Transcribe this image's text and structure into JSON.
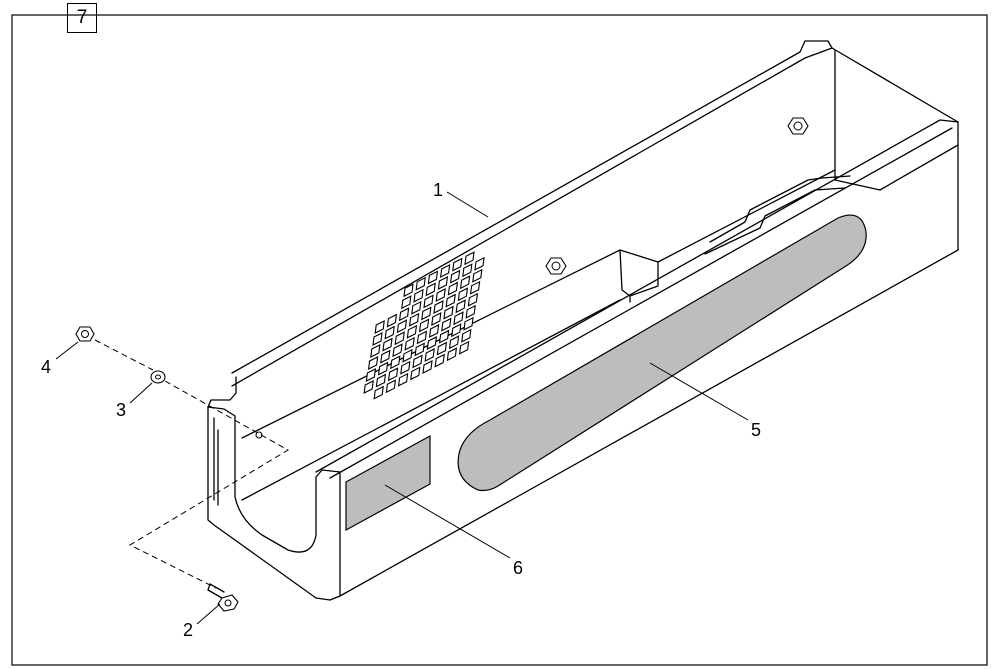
{
  "page_tag": "7",
  "callouts": {
    "c1": "1",
    "c2": "2",
    "c3": "3",
    "c4": "4",
    "c5": "5",
    "c6": "6"
  },
  "colors": {
    "label_fill": "#bdbdbd",
    "line": "#000000",
    "background": "#ffffff"
  }
}
